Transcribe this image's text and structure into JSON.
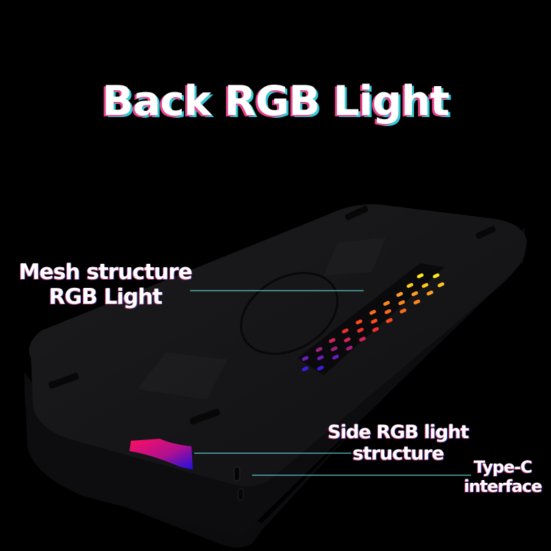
{
  "title": "Back RGB Light",
  "callouts": {
    "mesh": {
      "line1": "Mesh structure",
      "line2": "RGB Light"
    },
    "side": {
      "line1": "Side RGB light",
      "line2": "structure"
    },
    "typec": {
      "line1": "Type-C",
      "line2": "interface"
    }
  },
  "colors": {
    "background": "#000000",
    "title_shadow_pink": "#e8418a",
    "title_shadow_cyan": "#36c9d8",
    "leader_line": "#5fd3d3",
    "body": "#141416",
    "led_gradient": [
      "#ffe81a",
      "#ffb020",
      "#ff7a1a",
      "#ff3a1e",
      "#e8244a",
      "#b02080",
      "#7a20b0",
      "#3a1ee0"
    ],
    "side_light_gradient": [
      "#ff1060",
      "#1a10e0"
    ]
  }
}
